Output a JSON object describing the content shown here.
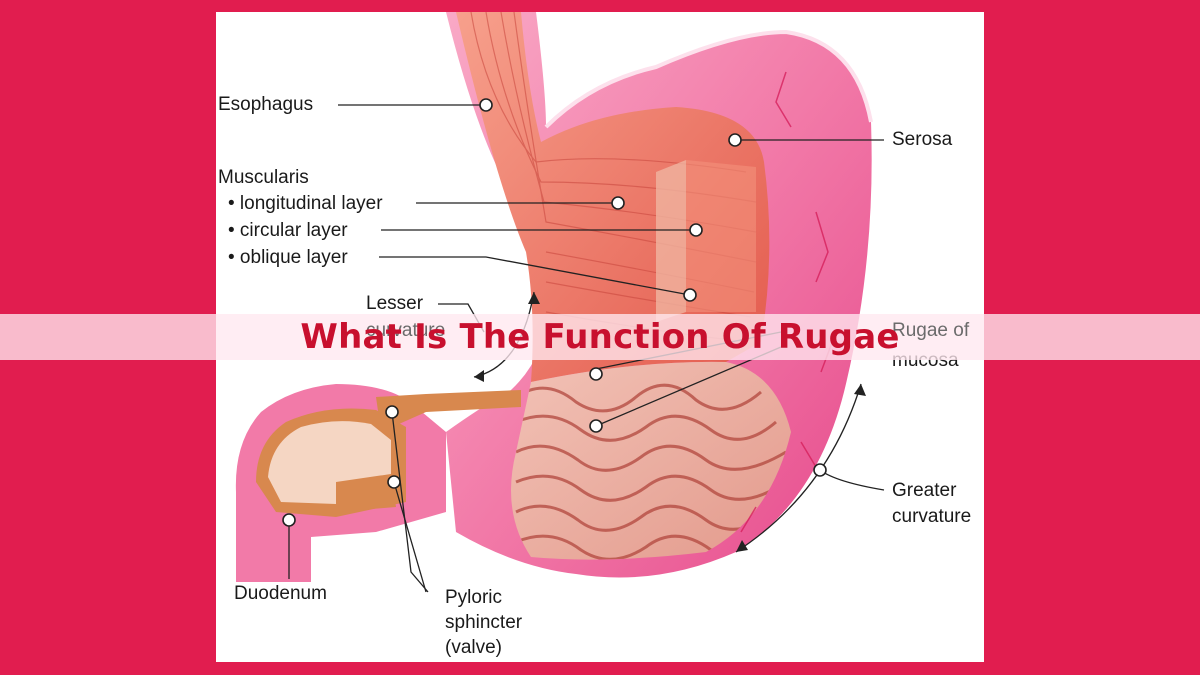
{
  "page": {
    "title": "What Is The Function Of Rugae",
    "background_color": "#e11d4f",
    "title_color": "#c8102e"
  },
  "diagram": {
    "labels": {
      "esophagus": "Esophagus",
      "serosa": "Serosa",
      "muscularis": "Muscularis",
      "longitudinal_layer": "• longitudinal layer",
      "circular_layer": "• circular layer",
      "oblique_layer": "• oblique layer",
      "lesser_curvature_1": "Lesser",
      "lesser_curvature_2": "curvature",
      "rugae_1": "Rugae of",
      "rugae_2": "mucosa",
      "greater_curvature_1": "Greater",
      "greater_curvature_2": "curvature",
      "duodenum": "Duodenum",
      "pyloric_1": "Pyloric",
      "pyloric_2": "sphincter",
      "pyloric_3": "(valve)"
    }
  }
}
